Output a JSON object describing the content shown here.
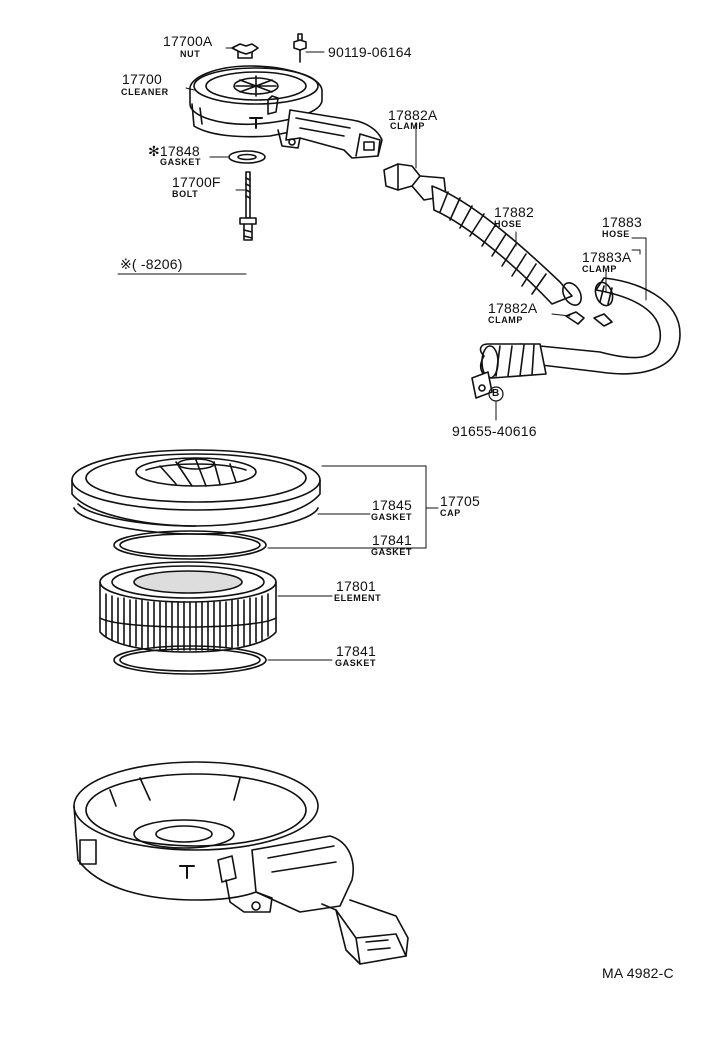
{
  "labels": {
    "nut": {
      "number": "17700A",
      "name": "NUT"
    },
    "screw": {
      "number": "90119-06164"
    },
    "cleaner": {
      "number": "17700",
      "name": "CLEANER"
    },
    "gasket_17848": {
      "number": "✻17848",
      "name": "GASKET"
    },
    "bolt": {
      "number": "17700F",
      "name": "BOLT"
    },
    "range_note": {
      "text": "※(     -8206)"
    },
    "clamp_top": {
      "number": "17882A",
      "name": "CLAMP"
    },
    "hose_17882": {
      "number": "17882",
      "name": "HOSE"
    },
    "hose_17883": {
      "number": "17883",
      "name": "HOSE"
    },
    "clamp_17883a": {
      "number": "17883A",
      "name": "CLAMP"
    },
    "clamp_lower": {
      "number": "17882A",
      "name": "CLAMP"
    },
    "part_91655": {
      "number": "91655-40616",
      "marker": "B"
    },
    "gasket_17845": {
      "number": "17845",
      "name": "GASKET"
    },
    "cap": {
      "number": "17705",
      "name": "CAP"
    },
    "gasket_17841a": {
      "number": "17841",
      "name": "GASKET"
    },
    "element": {
      "number": "17801",
      "name": "ELEMENT"
    },
    "gasket_17841b": {
      "number": "17841",
      "name": "GASKET"
    },
    "body_mark": {
      "text": "T"
    },
    "drawing_id": {
      "text": "MA 4982-C"
    }
  }
}
